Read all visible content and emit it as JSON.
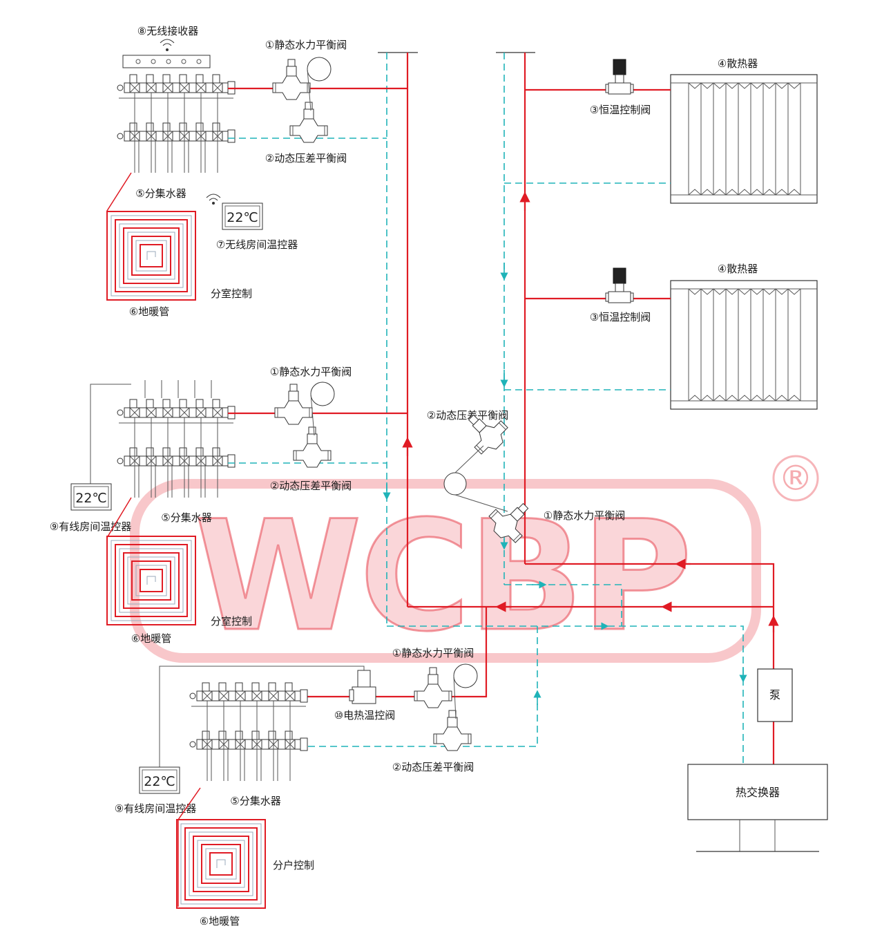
{
  "labels": {
    "wireless_receiver": "⑧无线接收器",
    "static_valve_1": "①静态水力平衡阀",
    "dynamic_valve_1": "②动态压差平衡阀",
    "manifold_1": "⑤分集水器",
    "wireless_thermostat": "⑦无线房间温控器",
    "floor_pipe_1": "⑥地暖管",
    "room_control_1": "分室控制",
    "radiator_1": "④散热器",
    "thermo_valve_1": "③恒温控制阀",
    "radiator_2": "④散热器",
    "thermo_valve_2": "③恒温控制阀",
    "static_valve_2": "①静态水力平衡阀",
    "dynamic_valve_riser": "②动态压差平衡阀",
    "dynamic_valve_2": "②动态压差平衡阀",
    "static_valve_riser": "①静态水力平衡阀",
    "wired_thermostat_1": "⑨有线房间温控器",
    "manifold_2": "⑤分集水器",
    "floor_pipe_2": "⑥地暖管",
    "room_control_2": "分室控制",
    "static_valve_3": "①静态水力平衡阀",
    "electric_valve": "⑩电热温控阀",
    "dynamic_valve_3": "②动态压差平衡阀",
    "wired_thermostat_2": "⑨有线房间温控器",
    "manifold_3": "⑤分集水器",
    "floor_pipe_3": "⑥地暖管",
    "household_control": "分户控制",
    "pump": "泵",
    "heat_exchanger": "热交换器"
  },
  "displays": {
    "thermostat_1": "22℃",
    "thermostat_2": "22℃",
    "thermostat_3": "22℃"
  },
  "watermark": {
    "text": "WCBP",
    "registered": "®"
  },
  "colors": {
    "supply": "#e01b24",
    "return": "#1fb3b8",
    "watermark": "#e84650"
  }
}
